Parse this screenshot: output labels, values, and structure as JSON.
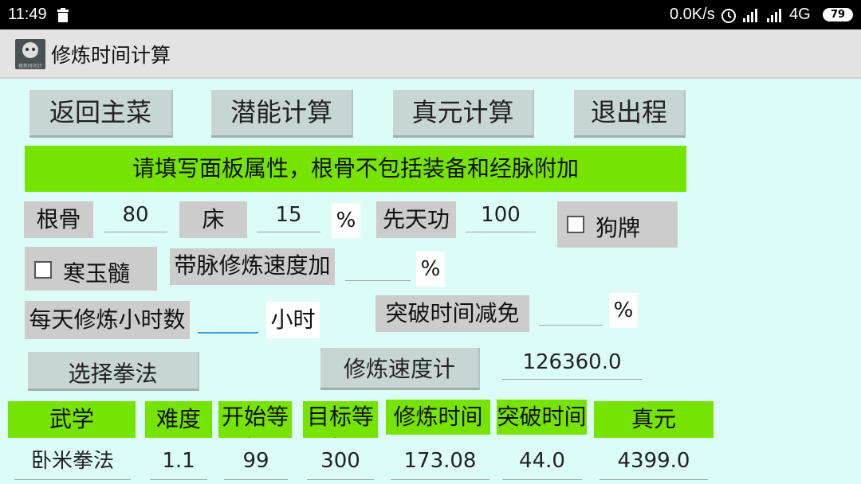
{
  "status_bar": {
    "time": "11:49",
    "net_speed": "0.0K/s",
    "network": "4G",
    "battery": "79"
  },
  "app_bar": {
    "title": "修炼时间计算",
    "logo_text": "修炼时间计"
  },
  "nav": {
    "back_main": "返回主菜",
    "potential_calc": "潜能计算",
    "zhenyuan_calc": "真元计算",
    "exit": "退出程"
  },
  "notice": "请填写面板属性，根骨不包括装备和经脉附加",
  "form": {
    "gengu_label": "根骨",
    "gengu_value": "80",
    "bed_label": "床",
    "bed_value": "15",
    "bed_unit": "%",
    "xiantian_label": "先天功",
    "xiantian_value": "100",
    "goupai_label": "狗牌",
    "hanyu_label": "寒玉髓",
    "daimai_label": "带脉修炼速度加成",
    "daimai_value": "",
    "daimai_unit": "%",
    "hours_label": "每天修炼小时数",
    "hours_value": "",
    "hours_unit": "小时",
    "breakthrough_label": "突破时间减免",
    "breakthrough_value": "",
    "breakthrough_unit": "%",
    "select_fist_label": "选择拳法",
    "speed_label": "修炼速度计",
    "speed_value": "126360.0"
  },
  "table": {
    "headers": [
      "武学",
      "难度",
      "开始等级",
      "目标等级",
      "修炼时间",
      "突破时间",
      "真元"
    ],
    "row": [
      "卧米拳法",
      "1.1",
      "99",
      "300",
      "173.08",
      "44.0",
      "4399.0"
    ]
  },
  "colors": {
    "background": "#dcfcf8",
    "accent_green": "#76e300",
    "button_gray": "#c7d6d4"
  }
}
